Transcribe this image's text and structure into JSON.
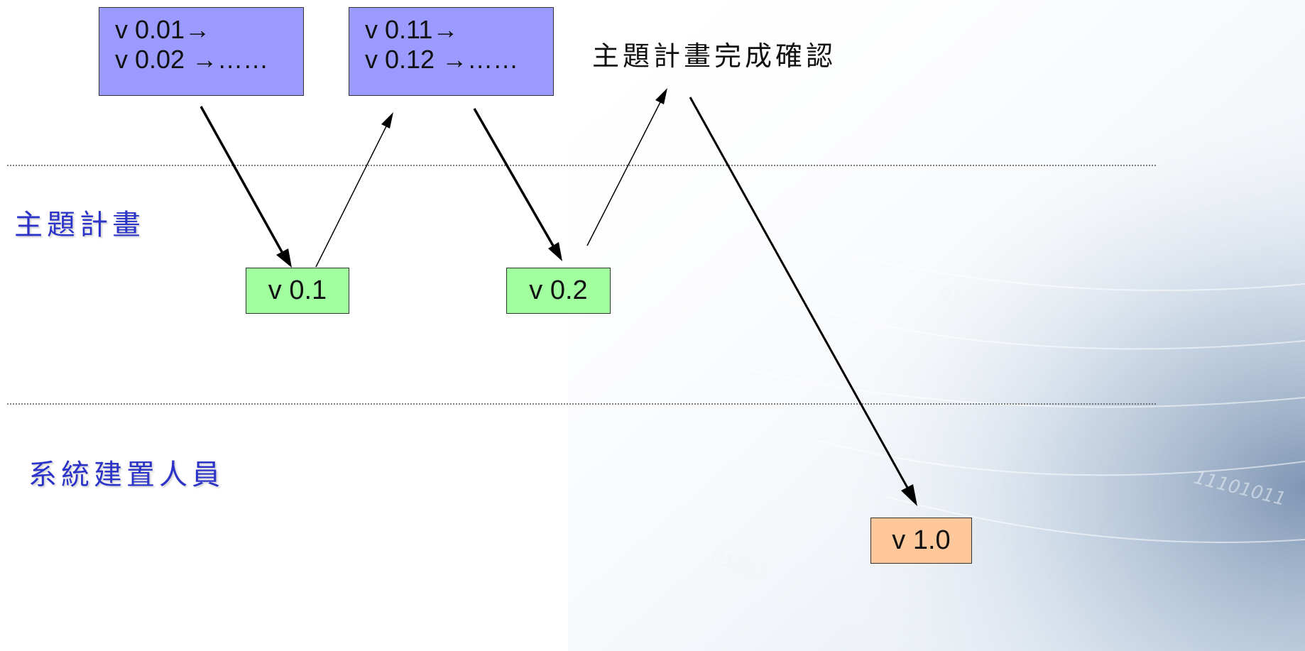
{
  "drafts": [
    {
      "line1": "v 0.01→",
      "line2": "v 0.02 →……",
      "color": "#9b9bff"
    },
    {
      "line1": "v 0.11→",
      "line2": "v 0.12 →……",
      "color": "#9b9bff"
    }
  ],
  "versions": {
    "v01": {
      "label": "v 0.1",
      "color": "#a1ff9f"
    },
    "v02": {
      "label": "v 0.2",
      "color": "#a1ff9f"
    },
    "v10": {
      "label": "v 1.0",
      "color": "#ffc89a"
    }
  },
  "labels": {
    "confirm": "主題計畫完成確認",
    "lane_project": "主題計畫",
    "lane_builder": "系統建置人員"
  },
  "colors": {
    "lane_label": "#2b33c8",
    "separator": "#555555"
  }
}
